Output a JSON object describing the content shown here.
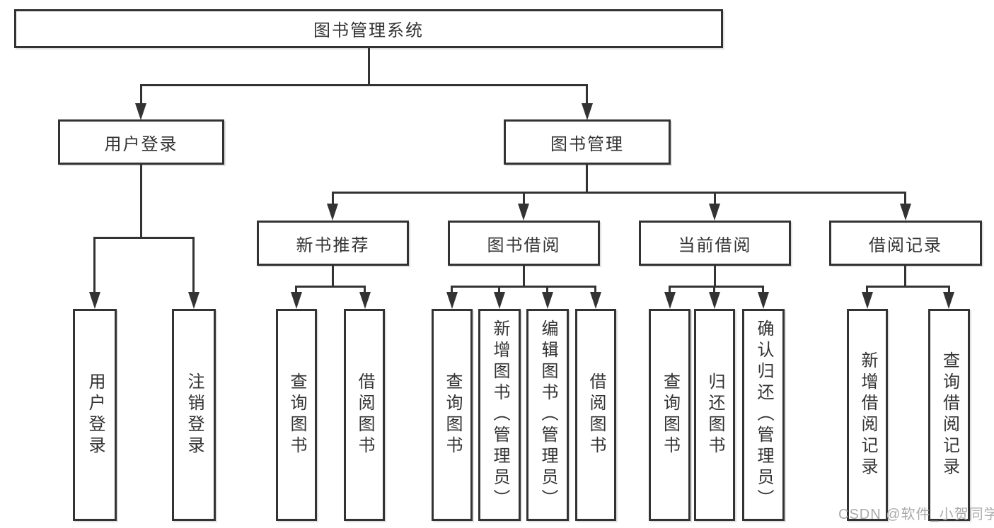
{
  "tree": {
    "root": {
      "label": "图书管理系统"
    },
    "branches": [
      {
        "label": "用户登录",
        "children": [
          {
            "label": "用户登录"
          },
          {
            "label": "注销登录"
          }
        ]
      },
      {
        "label": "图书管理",
        "children": [
          {
            "label": "新书推荐",
            "children": [
              {
                "label": "查询图书"
              },
              {
                "label": "借阅图书"
              }
            ]
          },
          {
            "label": "图书借阅",
            "children": [
              {
                "label": "查询图书"
              },
              {
                "label": "新增图书（管理员）"
              },
              {
                "label": "编辑图书（管理员）"
              },
              {
                "label": "借阅图书"
              }
            ]
          },
          {
            "label": "当前借阅",
            "children": [
              {
                "label": "查询图书"
              },
              {
                "label": "归还图书"
              },
              {
                "label": "确认归还（管理员）"
              }
            ]
          },
          {
            "label": "借阅记录",
            "children": [
              {
                "label": "新增借阅记录"
              },
              {
                "label": "查询借阅记录"
              }
            ]
          }
        ]
      }
    ]
  },
  "watermark": {
    "text": "CSDN @软件_小贺同学"
  },
  "colors": {
    "line": "#333333",
    "text": "#333333",
    "box_bg": "#ffffff",
    "page_bg": "#ffffff",
    "watermark": "#ababab"
  }
}
